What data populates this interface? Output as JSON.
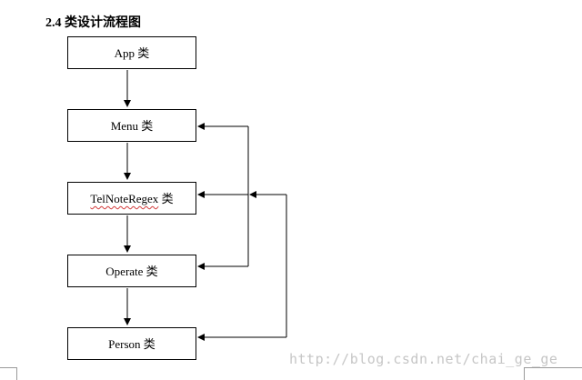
{
  "heading": "2.4 类设计流程图",
  "boxes": {
    "app": "App 类",
    "menu": "Menu 类",
    "telnote": "TelNoteRegex",
    "telnote_suffix": " 类",
    "operate": "Operate 类",
    "person": "Person 类"
  },
  "watermark": "http://blog.csdn.net/chai_ge_ge"
}
